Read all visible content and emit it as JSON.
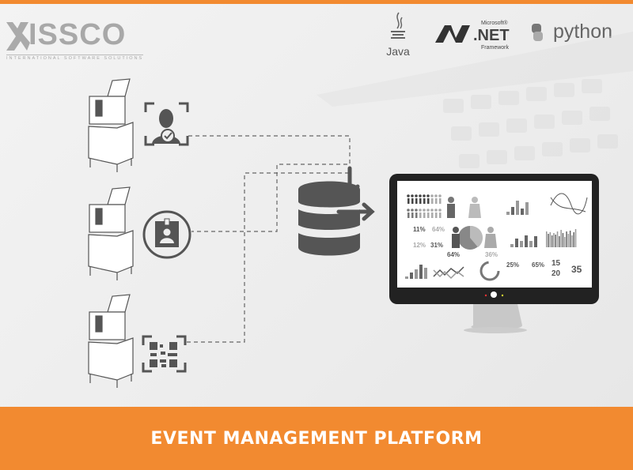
{
  "logo": {
    "name": "ISSCO",
    "tagline": "INTERNATIONAL SOFTWARE SOLUTIONS"
  },
  "technologies": {
    "java": "Java",
    "net_top": "Microsoft®",
    "net_main": ".NET",
    "net_bottom": "Framework",
    "python": "python"
  },
  "screen_stats": {
    "s1": "11%",
    "s2": "64%",
    "s3": "12%",
    "s4": "31%",
    "s5": "64%",
    "s6": "36%",
    "s7": "25%",
    "s8": "65%",
    "s9": "15",
    "s10": "20",
    "s11": "35"
  },
  "banner": {
    "title": "EVENT MANAGEMENT PLATFORM"
  },
  "colors": {
    "accent": "#f28a30",
    "icon": "#555555"
  }
}
